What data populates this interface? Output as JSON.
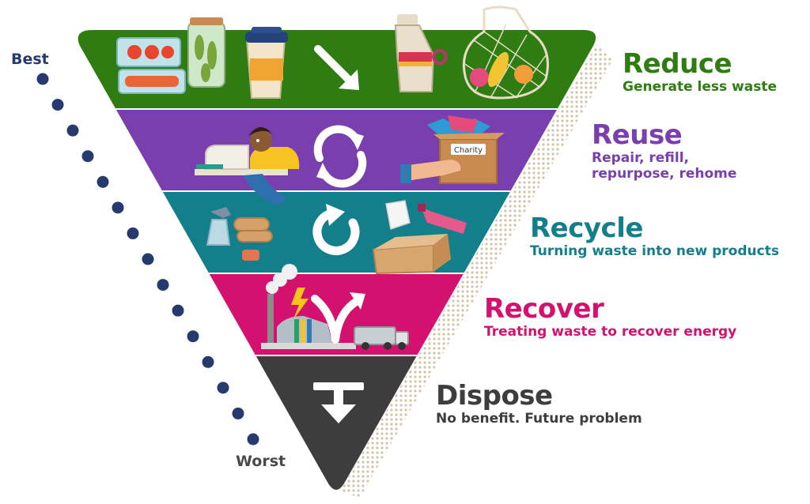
{
  "levels": [
    {
      "title": "Reduce",
      "subtitle": "Generate less waste",
      "color": "#2f7d12"
    },
    {
      "title": "Reuse",
      "subtitle": "Repair, refill, repurpose, rehome",
      "subtitle_lines": [
        "Repair, refill,",
        "repurpose, rehome"
      ],
      "color": "#7a3fae"
    },
    {
      "title": "Recycle",
      "subtitle": "Turning waste into new products",
      "color": "#137f8b"
    },
    {
      "title": "Recover",
      "subtitle": "Treating waste to recover energy",
      "color": "#d4116e"
    },
    {
      "title": "Dispose",
      "subtitle": "No benefit. Future problem",
      "color": "#3d3d3d"
    }
  ],
  "scale": {
    "best": "Best",
    "worst": "Worst",
    "dot_color": "#273a6e"
  },
  "illustrations": {
    "charity_box_label": "Charity",
    "icons": [
      "reduce-arrow-icon",
      "reuse-cycle-icon",
      "recycle-loop-icon",
      "recover-split-arrow-icon",
      "dispose-down-icon"
    ]
  }
}
